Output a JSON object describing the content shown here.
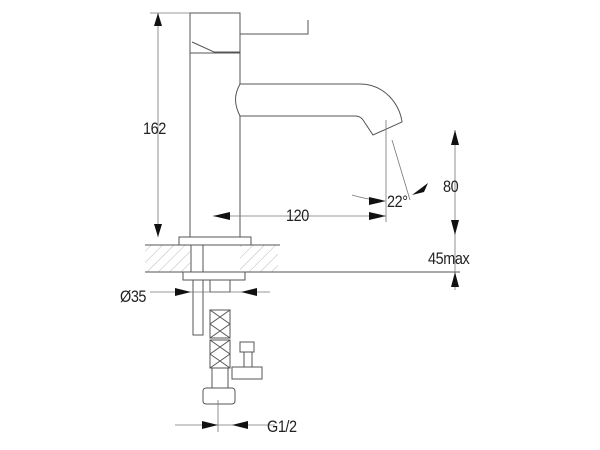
{
  "drawing": {
    "subject": "basin mixer tap technical drawing",
    "line_color": "#333333",
    "dimensions": {
      "height": "162",
      "spout_reach": "120",
      "spout_angle": "22°",
      "spout_clearance": "80",
      "max_deck_thickness": "45max",
      "body_diameter": "Ø35",
      "connection_thread": "G1/2"
    }
  }
}
